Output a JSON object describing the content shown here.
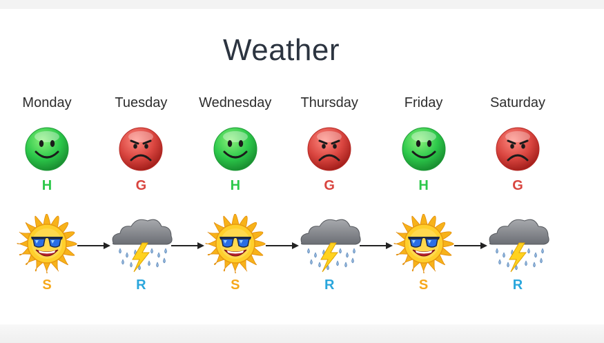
{
  "title": "Weather",
  "colors": {
    "happy": "#2cc84a",
    "grumpy": "#d9453f",
    "sunny": "#f6a81b",
    "rainy": "#2aa6dc"
  },
  "days": [
    {
      "day": "Monday",
      "mood": "H",
      "mood_icon": "happy-face-icon",
      "weather": "S",
      "weather_icon": "sun-icon"
    },
    {
      "day": "Tuesday",
      "mood": "G",
      "mood_icon": "sad-face-icon",
      "weather": "R",
      "weather_icon": "storm-cloud-icon"
    },
    {
      "day": "Wednesday",
      "mood": "H",
      "mood_icon": "happy-face-icon",
      "weather": "S",
      "weather_icon": "sun-icon"
    },
    {
      "day": "Thursday",
      "mood": "G",
      "mood_icon": "sad-face-icon",
      "weather": "R",
      "weather_icon": "storm-cloud-icon"
    },
    {
      "day": "Friday",
      "mood": "H",
      "mood_icon": "happy-face-icon",
      "weather": "S",
      "weather_icon": "sun-icon"
    },
    {
      "day": "Saturday",
      "mood": "G",
      "mood_icon": "sad-face-icon",
      "weather": "R",
      "weather_icon": "storm-cloud-icon"
    }
  ]
}
